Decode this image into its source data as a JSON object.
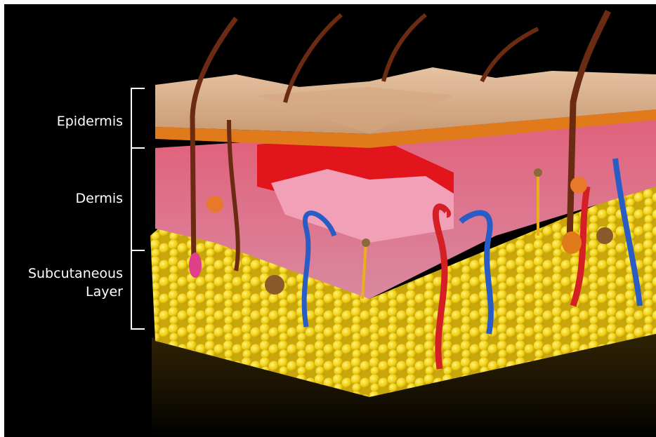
{
  "layers": [
    {
      "key": "epidermis",
      "label": "Epidermis"
    },
    {
      "key": "dermis",
      "label": "Dermis"
    },
    {
      "key": "subcutaneous",
      "label_line1": "Subcutaneous",
      "label_line2": "Layer"
    }
  ],
  "colors": {
    "background": "#000000",
    "epidermis": "#d9b08c",
    "dermis": "#e8849a",
    "fat": "#f2d21a",
    "artery": "#d41f24",
    "vein": "#2a5cc6",
    "hair": "#6b2a12"
  }
}
